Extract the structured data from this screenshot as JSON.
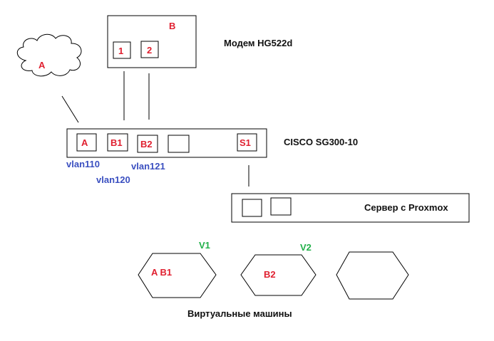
{
  "cloud": {
    "label": "A"
  },
  "modem": {
    "port_group_label": "B",
    "port1": "1",
    "port2": "2",
    "caption": "Модем HG522d"
  },
  "switch": {
    "ports": [
      "A",
      "B1",
      "B2",
      "",
      "S1"
    ],
    "caption": "CISCO SG300-10",
    "vlans": [
      "vlan110",
      "vlan120",
      "vlan121"
    ]
  },
  "server": {
    "caption": "Сервер с Proxmox"
  },
  "vms": {
    "v1_label": "V1",
    "v2_label": "V2",
    "vm1_content": "A B1",
    "vm2_content": "B2",
    "vm3_content": "",
    "caption": "Виртуальные машины"
  },
  "colors": {
    "red": "#e02030",
    "blue": "#3a4fc0",
    "green": "#22b04a",
    "line": "#000000"
  }
}
